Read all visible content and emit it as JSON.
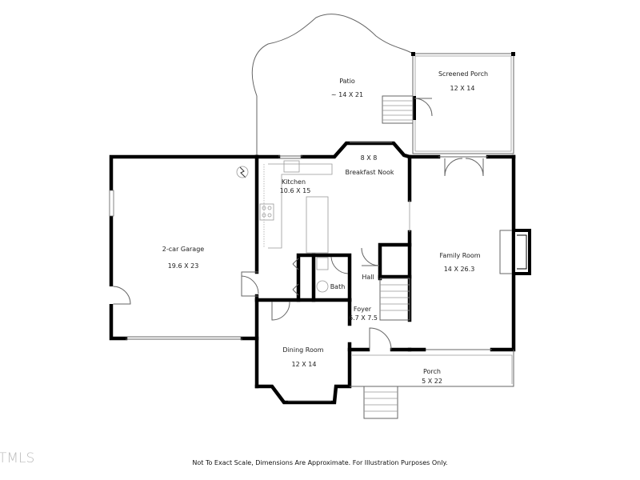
{
  "rooms": {
    "patio": {
      "name": "Patio",
      "dims": "~ 14 X 21"
    },
    "screened_porch": {
      "name": "Screened Porch",
      "dims": "12 X 14"
    },
    "breakfast_nook": {
      "name": "Breakfast Nook",
      "dims": "8 X 8"
    },
    "kitchen": {
      "name": "Kitchen",
      "dims": "10.6 X 15"
    },
    "garage": {
      "name": "2-car Garage",
      "dims": "19.6 X 23"
    },
    "family_room": {
      "name": "Family Room",
      "dims": "14 X 26.3"
    },
    "bath": {
      "name": "Bath"
    },
    "hall": {
      "name": "Hall"
    },
    "foyer": {
      "name": "Foyer",
      "dims": "6.7 X 7.5"
    },
    "dining_room": {
      "name": "Dining Room",
      "dims": "12 X 14"
    },
    "porch": {
      "name": "Porch",
      "dims": "5 X 22"
    }
  },
  "footer": {
    "disclaimer": "Not To Exact Scale, Dimensions Are Approximate. For Illustration Purposes Only."
  },
  "logo": {
    "text": "TMLS"
  }
}
